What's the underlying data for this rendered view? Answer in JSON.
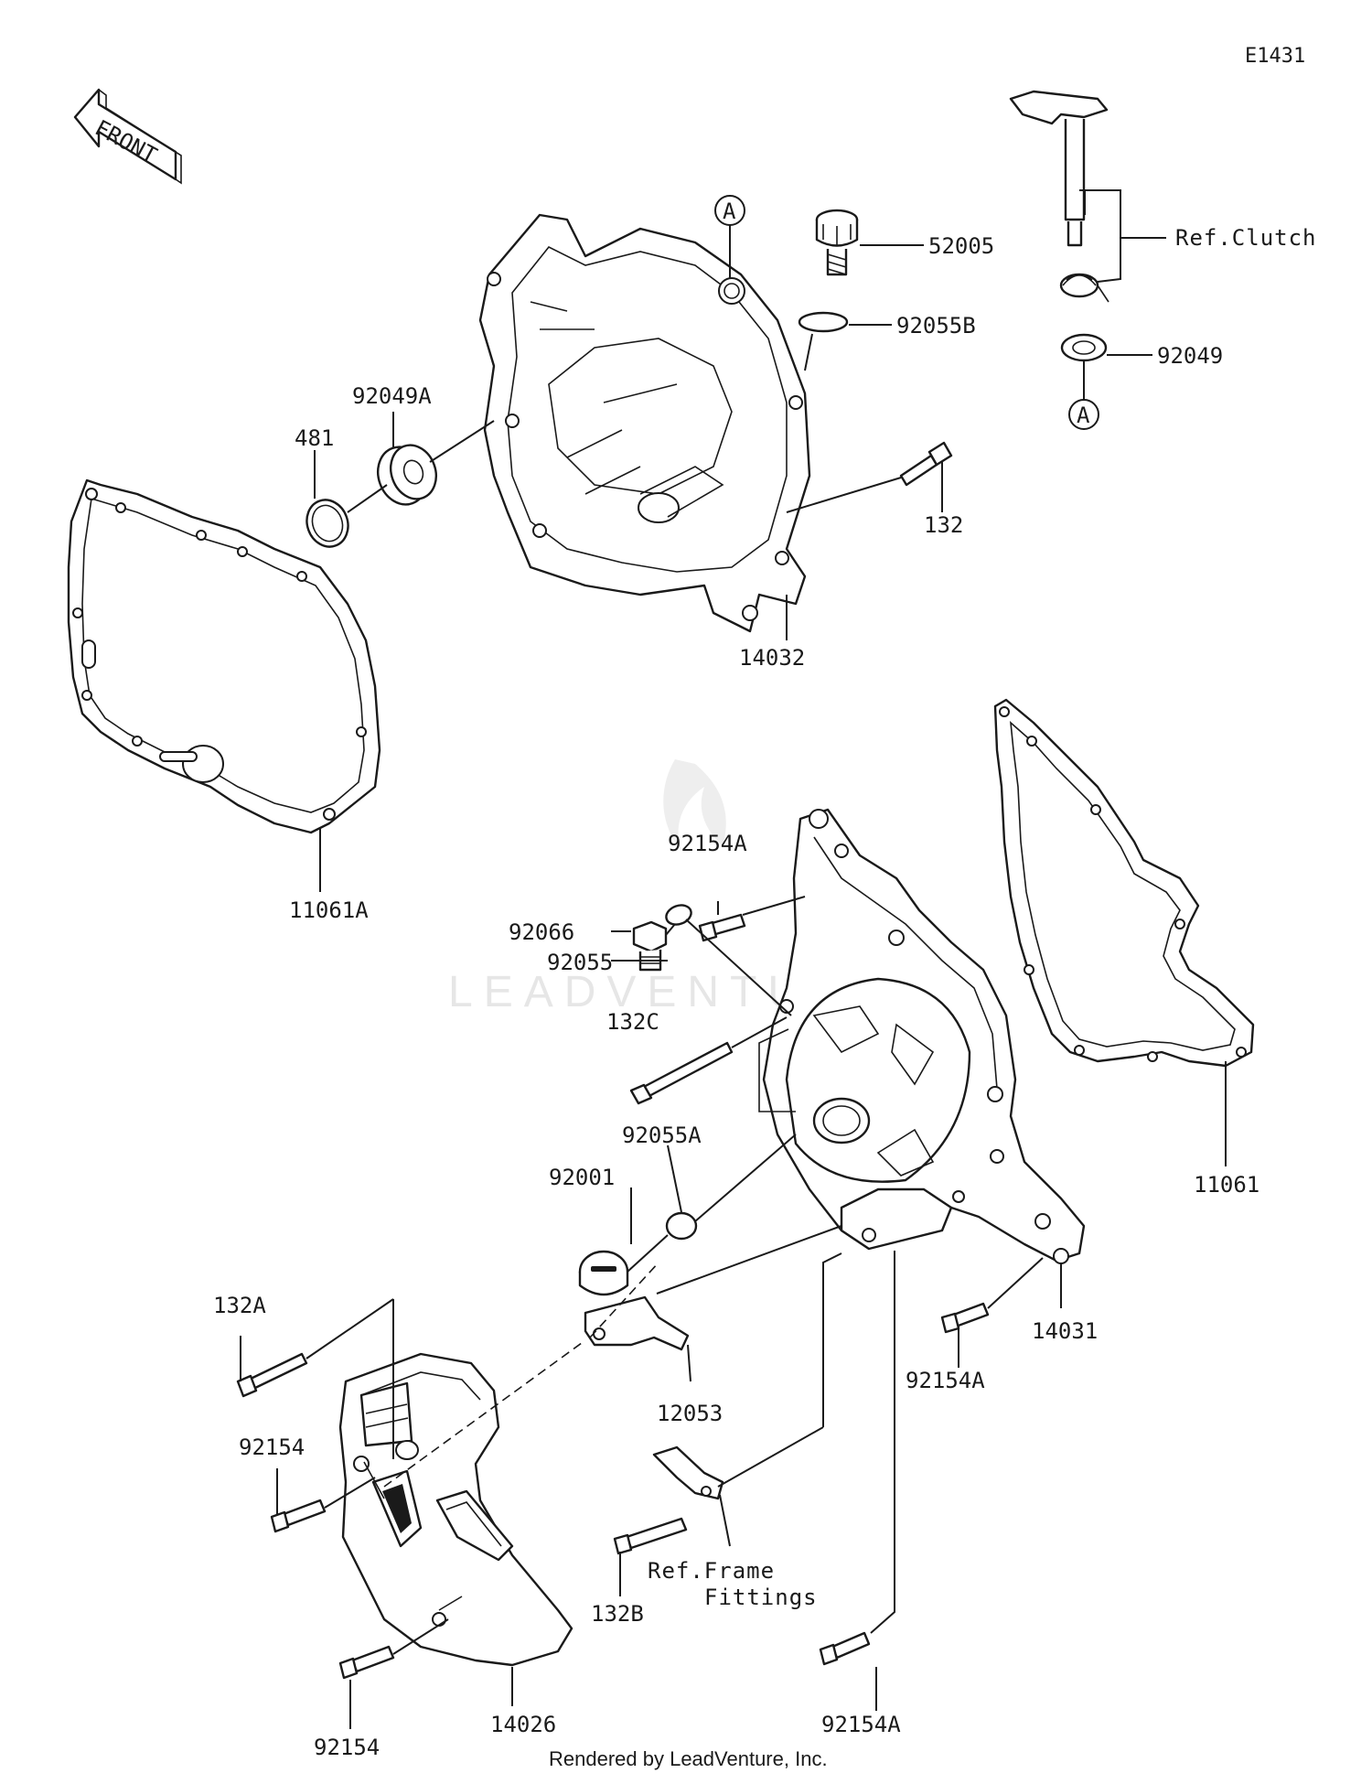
{
  "diagram_code": "E1431",
  "front_label": "FRONT",
  "callouts": {
    "A_top": "A",
    "A_side": "A"
  },
  "labels": {
    "p52005": "52005",
    "p92055B": "92055B",
    "p92049": "92049",
    "p92049A": "92049A",
    "p481": "481",
    "p132": "132",
    "p14032": "14032",
    "p11061A": "11061A",
    "p92154A_top": "92154A",
    "p92066": "92066",
    "p92055": "92055",
    "p132C": "132C",
    "p92055A": "92055A",
    "p92001": "92001",
    "p11061": "11061",
    "p132A": "132A",
    "p12053": "12053",
    "p14031": "14031",
    "p92154A_mid": "92154A",
    "p92154_upper": "92154",
    "p132B": "132B",
    "p92154_lower": "92154",
    "p14026": "14026",
    "p92154A_bottom": "92154A"
  },
  "references": {
    "clutch": "Ref.Clutch",
    "frame_line1": "Ref.Frame",
    "frame_line2": "Fittings"
  },
  "watermark": "LEADVENTURE",
  "footer": "Rendered by LeadVenture, Inc."
}
